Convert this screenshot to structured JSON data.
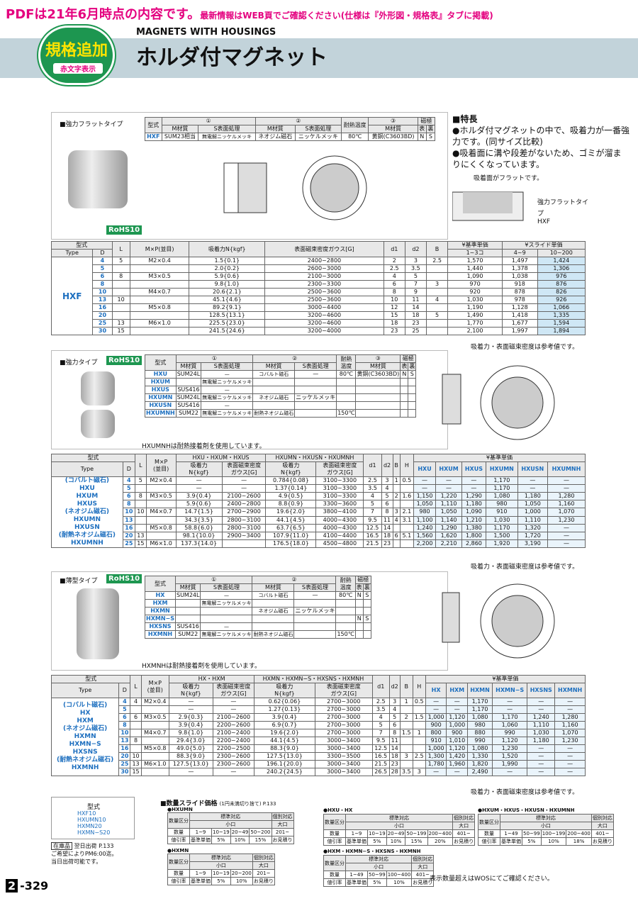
{
  "notice": {
    "main": "PDFは21年6月時点の内容です。",
    "sub": "最新情報はWEB頁でご確認ください(仕様は『外形図・規格表』タブに掲載)"
  },
  "header": {
    "badge": "規格追加",
    "badge_sub": "赤文字表示",
    "title_en": "MAGNETS WITH HOUSINGS",
    "title_jp": "ホルダ付マグネット"
  },
  "rohs": "RoHS10",
  "s1": {
    "label": "■強力フラットタイプ",
    "spec": {
      "cols": [
        "型式",
        "①",
        "②",
        "耐熱温度",
        "③",
        "磁極"
      ],
      "sub": [
        "M材質",
        "S表面処理",
        "M材質",
        "S表面処理",
        "M材質",
        "表",
        "裏"
      ],
      "row": [
        "HXF",
        "SUM23相当",
        "無電解ニッケルメッキ",
        "ネオジム磁石",
        "ニッケルメッキ",
        "80℃",
        "黄銅(C3603BD)",
        "N",
        "S"
      ]
    },
    "head": [
      "型式",
      "Type",
      "D",
      "L",
      "M×P(並目)",
      "吸着力N{kgf}",
      "表面磁束密度ガウス[G]",
      "d1",
      "d2",
      "B",
      "¥基準単価",
      "1~3コ",
      "¥スライド単価",
      "4~9",
      "10~200"
    ],
    "type": "HXF",
    "rows": [
      [
        "4",
        "5",
        "M2×0.4",
        "1.5{0.1}",
        "2400~2800",
        "2",
        "3",
        "2.5",
        "1,570",
        "1,497",
        "1,424"
      ],
      [
        "5",
        "",
        "",
        "2.0{0.2}",
        "2600~3000",
        "2.5",
        "3.5",
        "",
        "1,440",
        "1,378",
        "1,306"
      ],
      [
        "6",
        "8",
        "M3×0.5",
        "5.9{0.6}",
        "2100~3000",
        "4",
        "5",
        "",
        "1,090",
        "1,038",
        "976"
      ],
      [
        "8",
        "",
        "",
        "9.8{1.0}",
        "2300~3300",
        "6",
        "7",
        "3",
        "970",
        "918",
        "876"
      ],
      [
        "10",
        "",
        "M4×0.7",
        "20.6{2.1}",
        "2500~3600",
        "8",
        "9",
        "",
        "920",
        "878",
        "826"
      ],
      [
        "13",
        "10",
        "",
        "45.1{4.6}",
        "2500~3600",
        "10",
        "11",
        "4",
        "1,030",
        "978",
        "926"
      ],
      [
        "16",
        "",
        "M5×0.8",
        "89.2{9.1}",
        "3000~4400",
        "12",
        "14",
        "",
        "1,190",
        "1,128",
        "1,066"
      ],
      [
        "20",
        "",
        "",
        "128.5{13.1}",
        "3200~4600",
        "15",
        "18",
        "5",
        "1,490",
        "1,418",
        "1,335"
      ],
      [
        "25",
        "13",
        "M6×1.0",
        "225.5{23.0}",
        "3200~4600",
        "18",
        "23",
        "",
        "1,770",
        "1,677",
        "1,594"
      ],
      [
        "30",
        "15",
        "",
        "241.5{24.6}",
        "3200~4000",
        "23",
        "25",
        "",
        "2,100",
        "1,997",
        "1,894"
      ]
    ],
    "note": "吸着力・表面磁束密度は参考値です。"
  },
  "features": {
    "title": "■特長",
    "items": [
      "●ホルダ付マグネットの中で、吸着力が一番強力です。(同サイズ比較)",
      "●吸着面に溝や段差がないため、ゴミが溜まりにくくなっています。"
    ],
    "callout": "吸着面がフラットです。",
    "lbl": "強力フラットタイプ",
    "hxf": "HXF"
  },
  "s2": {
    "label": "■強力タイプ",
    "note": "HXUMNHは耐熱接着剤を使用しています。",
    "spec_rows": [
      [
        "HXU",
        "SUM24L",
        "—",
        "コバルト磁石",
        "—"
      ],
      [
        "HXUM",
        "",
        "無電解ニッケルメッキ",
        "",
        ""
      ],
      [
        "HXUS",
        "SUS416",
        "—",
        "",
        ""
      ],
      [
        "HXUMN",
        "SUM24L",
        "無電解ニッケルメッキ",
        "ネオジム磁石",
        "ニッケルメッキ"
      ],
      [
        "HXUSN",
        "SUS416",
        "—",
        "",
        ""
      ],
      [
        "HXUMNH",
        "SUM22",
        "無電解ニッケルメッキ",
        "耐熱ネオジム磁石",
        ""
      ]
    ],
    "temp1": "80℃",
    "temp2": "150℃",
    "mat3": "黄銅(C3603BD)",
    "n": "N",
    "s": "S",
    "types": [
      "(コバルト磁石)",
      "HXU",
      "HXUM",
      "HXUS",
      "(ネオジム磁石)",
      "HXUMN",
      "HXUSN",
      "(耐熱ネオジム磁石)",
      "HXUMNH"
    ],
    "grp1": "HXU・HXUM・HXUS",
    "grp2": "HXUMN・HXUSN・HXUMNH",
    "pcols": [
      "HXU",
      "HXUM",
      "HXUS",
      "HXUMN",
      "HXUSN",
      "HXUMNH"
    ],
    "rows": [
      [
        "4",
        "5",
        "M2×0.4",
        "—",
        "—",
        "0.784{0.08}",
        "3100~3300",
        "2.5",
        "3",
        "1",
        "0.5",
        "—",
        "—",
        "—",
        "1,170",
        "—",
        "—"
      ],
      [
        "5",
        "",
        "",
        "—",
        "—",
        "1.37{0.14}",
        "3100~3300",
        "3.5",
        "4",
        "",
        "",
        "—",
        "—",
        "—",
        "1,170",
        "—",
        "—"
      ],
      [
        "6",
        "8",
        "M3×0.5",
        "3.9{0.4}",
        "2100~2600",
        "4.9{0.5}",
        "3100~3300",
        "4",
        "5",
        "2",
        "1.6",
        "1,150",
        "1,220",
        "1,290",
        "1,080",
        "1,180",
        "1,280"
      ],
      [
        "8",
        "",
        "",
        "5.9{0.6}",
        "2400~2800",
        "8.8{0.9}",
        "3300~3600",
        "5",
        "6",
        "",
        "",
        "1,050",
        "1,110",
        "1,180",
        "980",
        "1,050",
        "1,160"
      ],
      [
        "10",
        "10",
        "M4×0.7",
        "14.7{1.5}",
        "2700~2900",
        "19.6{2.0}",
        "3800~4100",
        "7",
        "8",
        "3",
        "2.1",
        "980",
        "1,050",
        "1,090",
        "910",
        "1,000",
        "1,070"
      ],
      [
        "13",
        "",
        "",
        "34.3{3.5}",
        "2800~3100",
        "44.1{4.5}",
        "4000~4300",
        "9.5",
        "11",
        "4",
        "3.1",
        "1,100",
        "1,140",
        "1,210",
        "1,030",
        "1,110",
        "1,230"
      ],
      [
        "16",
        "",
        "M5×0.8",
        "58.8{6.0}",
        "2800~3100",
        "63.7{6.5}",
        "4000~4300",
        "12.5",
        "14",
        "",
        "",
        "1,240",
        "1,290",
        "1,380",
        "1,170",
        "1,320",
        "—"
      ],
      [
        "20",
        "13",
        "",
        "98.1{10.0}",
        "2900~3400",
        "107.9{11.0}",
        "4100~4400",
        "16.5",
        "18",
        "6",
        "5.1",
        "1,560",
        "1,620",
        "1,800",
        "1,500",
        "1,720",
        "—"
      ],
      [
        "25",
        "15",
        "M6×1.0",
        "137.3{14.0}",
        "",
        "176.5{18.0}",
        "4500~4800",
        "21.5",
        "23",
        "",
        "",
        "2,200",
        "2,210",
        "2,860",
        "1,920",
        "3,190",
        "—"
      ]
    ],
    "note2": "吸着力・表面磁束密度は参考値です。"
  },
  "s3": {
    "label": "■薄型タイプ",
    "note": "HXMNHは耐熱接着剤を使用しています。",
    "spec_rows": [
      [
        "HX",
        "SUM24L",
        "—",
        "コバルト磁石",
        "—"
      ],
      [
        "HXM",
        "",
        "無電解ニッケルメッキ",
        "",
        ""
      ],
      [
        "HXMN",
        "",
        "",
        "ネオジム磁石",
        "ニッケルメッキ"
      ],
      [
        "HXMN−S",
        "",
        "",
        "",
        ""
      ],
      [
        "HXSNS",
        "SUS416",
        "—",
        "",
        ""
      ],
      [
        "HXMNH",
        "SUM22",
        "無電解ニッケルメッキ",
        "耐熱ネオジム磁石",
        ""
      ]
    ],
    "temp1": "80℃",
    "temp2": "150℃",
    "types": [
      "(コバルト磁石)",
      "HX",
      "HXM",
      "(ネオジム磁石)",
      "HXMN",
      "HXMN−S",
      "HXSNS",
      "(耐熱ネオジム磁石)",
      "HXMNH"
    ],
    "grp1": "HX・HXM",
    "grp2": "HXMN・HXMN−S・HXSNS・HXMNH",
    "pcols": [
      "HX",
      "HXM",
      "HXMN",
      "HXMN−S",
      "HXSNS",
      "HXMNH"
    ],
    "rows": [
      [
        "4",
        "4",
        "M2×0.4",
        "—",
        "—",
        "0.62{0.06}",
        "2700~3000",
        "2.5",
        "3",
        "1",
        "0.5",
        "—",
        "—",
        "1,170",
        "—",
        "—",
        "—"
      ],
      [
        "5",
        "",
        "",
        "—",
        "—",
        "1.27{0.13}",
        "2700~3000",
        "3.5",
        "4",
        "",
        "",
        "—",
        "—",
        "1,170",
        "—",
        "—",
        "—"
      ],
      [
        "6",
        "6",
        "M3×0.5",
        "2.9{0.3}",
        "2100~2600",
        "3.9{0.4}",
        "2700~3000",
        "4",
        "5",
        "2",
        "1.5",
        "1,000",
        "1,120",
        "1,080",
        "1,170",
        "1,240",
        "1,280"
      ],
      [
        "8",
        "",
        "",
        "3.9{0.4}",
        "2200~2600",
        "6.9{0.7}",
        "2700~3000",
        "5",
        "6",
        "",
        "",
        "900",
        "1,000",
        "980",
        "1,060",
        "1,110",
        "1,160"
      ],
      [
        "10",
        "",
        "M4×0.7",
        "9.8{1.0}",
        "2100~2400",
        "19.6{2.0}",
        "2700~3000",
        "7",
        "8",
        "1.5",
        "1",
        "800",
        "900",
        "880",
        "990",
        "1,030",
        "1,070"
      ],
      [
        "13",
        "8",
        "",
        "29.4{3.0}",
        "2200~2400",
        "44.1{4.5}",
        "3000~3400",
        "9.5",
        "11",
        "",
        "",
        "910",
        "1,010",
        "990",
        "1,120",
        "1,180",
        "1,230"
      ],
      [
        "16",
        "",
        "M5×0.8",
        "49.0{5.0}",
        "2200~2500",
        "88.3{9.0}",
        "3000~3400",
        "12.5",
        "14",
        "",
        "",
        "1,000",
        "1,120",
        "1,080",
        "1,230",
        "—",
        "—"
      ],
      [
        "20",
        "10",
        "",
        "88.3{9.0}",
        "2300~2600",
        "127.5{13.0}",
        "3300~3500",
        "16.5",
        "18",
        "3",
        "2.5",
        "1,300",
        "1,420",
        "1,330",
        "1,520",
        "—",
        "—"
      ],
      [
        "25",
        "13",
        "M6×1.0",
        "127.5{13.0}",
        "2300~2600",
        "196.1{20.0}",
        "3000~3400",
        "21.5",
        "23",
        "",
        "",
        "1,780",
        "1,960",
        "1,820",
        "1,990",
        "—",
        "—"
      ],
      [
        "30",
        "15",
        "",
        "—",
        "—",
        "240.2{24.5}",
        "3000~3400",
        "26.5",
        "28",
        "3.5",
        "3",
        "—",
        "—",
        "2,490",
        "—",
        "—",
        "—"
      ]
    ],
    "note2": "吸着力・表面磁束密度は参考値です。"
  },
  "order": {
    "label": "型式",
    "items": [
      "HXF10",
      "HXUMN10",
      "HXMN20",
      "HXMN−S20"
    ]
  },
  "stock": {
    "label": "在庫品",
    "next": "翌日出荷",
    "p": "P.133",
    "note1": "ご希望によりPM6:00迄。",
    "note2": "当日出荷可能です。"
  },
  "qty": {
    "title": "■数量スライド価格",
    "sub": "(1円未満切り捨て) P.133",
    "note": "表示数量超えはWOSにてご確認ください。",
    "t1": {
      "name": "●HXUMN",
      "hdr": [
        "数量区分",
        "標準対応",
        "個別対応",
        "小口",
        "大口"
      ],
      "q": [
        "1~9",
        "10~19",
        "20~49",
        "50~200",
        "201~"
      ],
      "r": [
        "基準単価",
        "5%",
        "10%",
        "15%",
        "お見積り"
      ]
    },
    "t2": {
      "name": "●HXU・HX",
      "q": [
        "1~9",
        "10~19",
        "20~49",
        "50~199",
        "200~400",
        "401~"
      ],
      "r": [
        "基準単価",
        "5%",
        "10%",
        "15%",
        "20%",
        "お見積り"
      ]
    },
    "t3": {
      "name": "●HXUM・HXUS・HXUSN・HXUMNH",
      "q": [
        "1~49",
        "50~99",
        "100~199",
        "200~400",
        "401~"
      ],
      "r": [
        "基準単価",
        "5%",
        "10%",
        "18%",
        "お見積り"
      ]
    },
    "t4": {
      "name": "●HXMN",
      "q": [
        "1~9",
        "10~19",
        "20~200",
        "201~"
      ],
      "r": [
        "基準単価",
        "5%",
        "10%",
        "お見積り"
      ]
    },
    "t5": {
      "name": "●HXM・HXMN−S・HXSNS・HXMNH",
      "q": [
        "1~49",
        "50~99",
        "100~400",
        "401~"
      ],
      "r": [
        "基準単価",
        "5%",
        "10%",
        "お見積り"
      ]
    },
    "lbl_q": "数量",
    "lbl_r": "値引率"
  },
  "page": {
    "sec": "2",
    "num": "-329"
  }
}
